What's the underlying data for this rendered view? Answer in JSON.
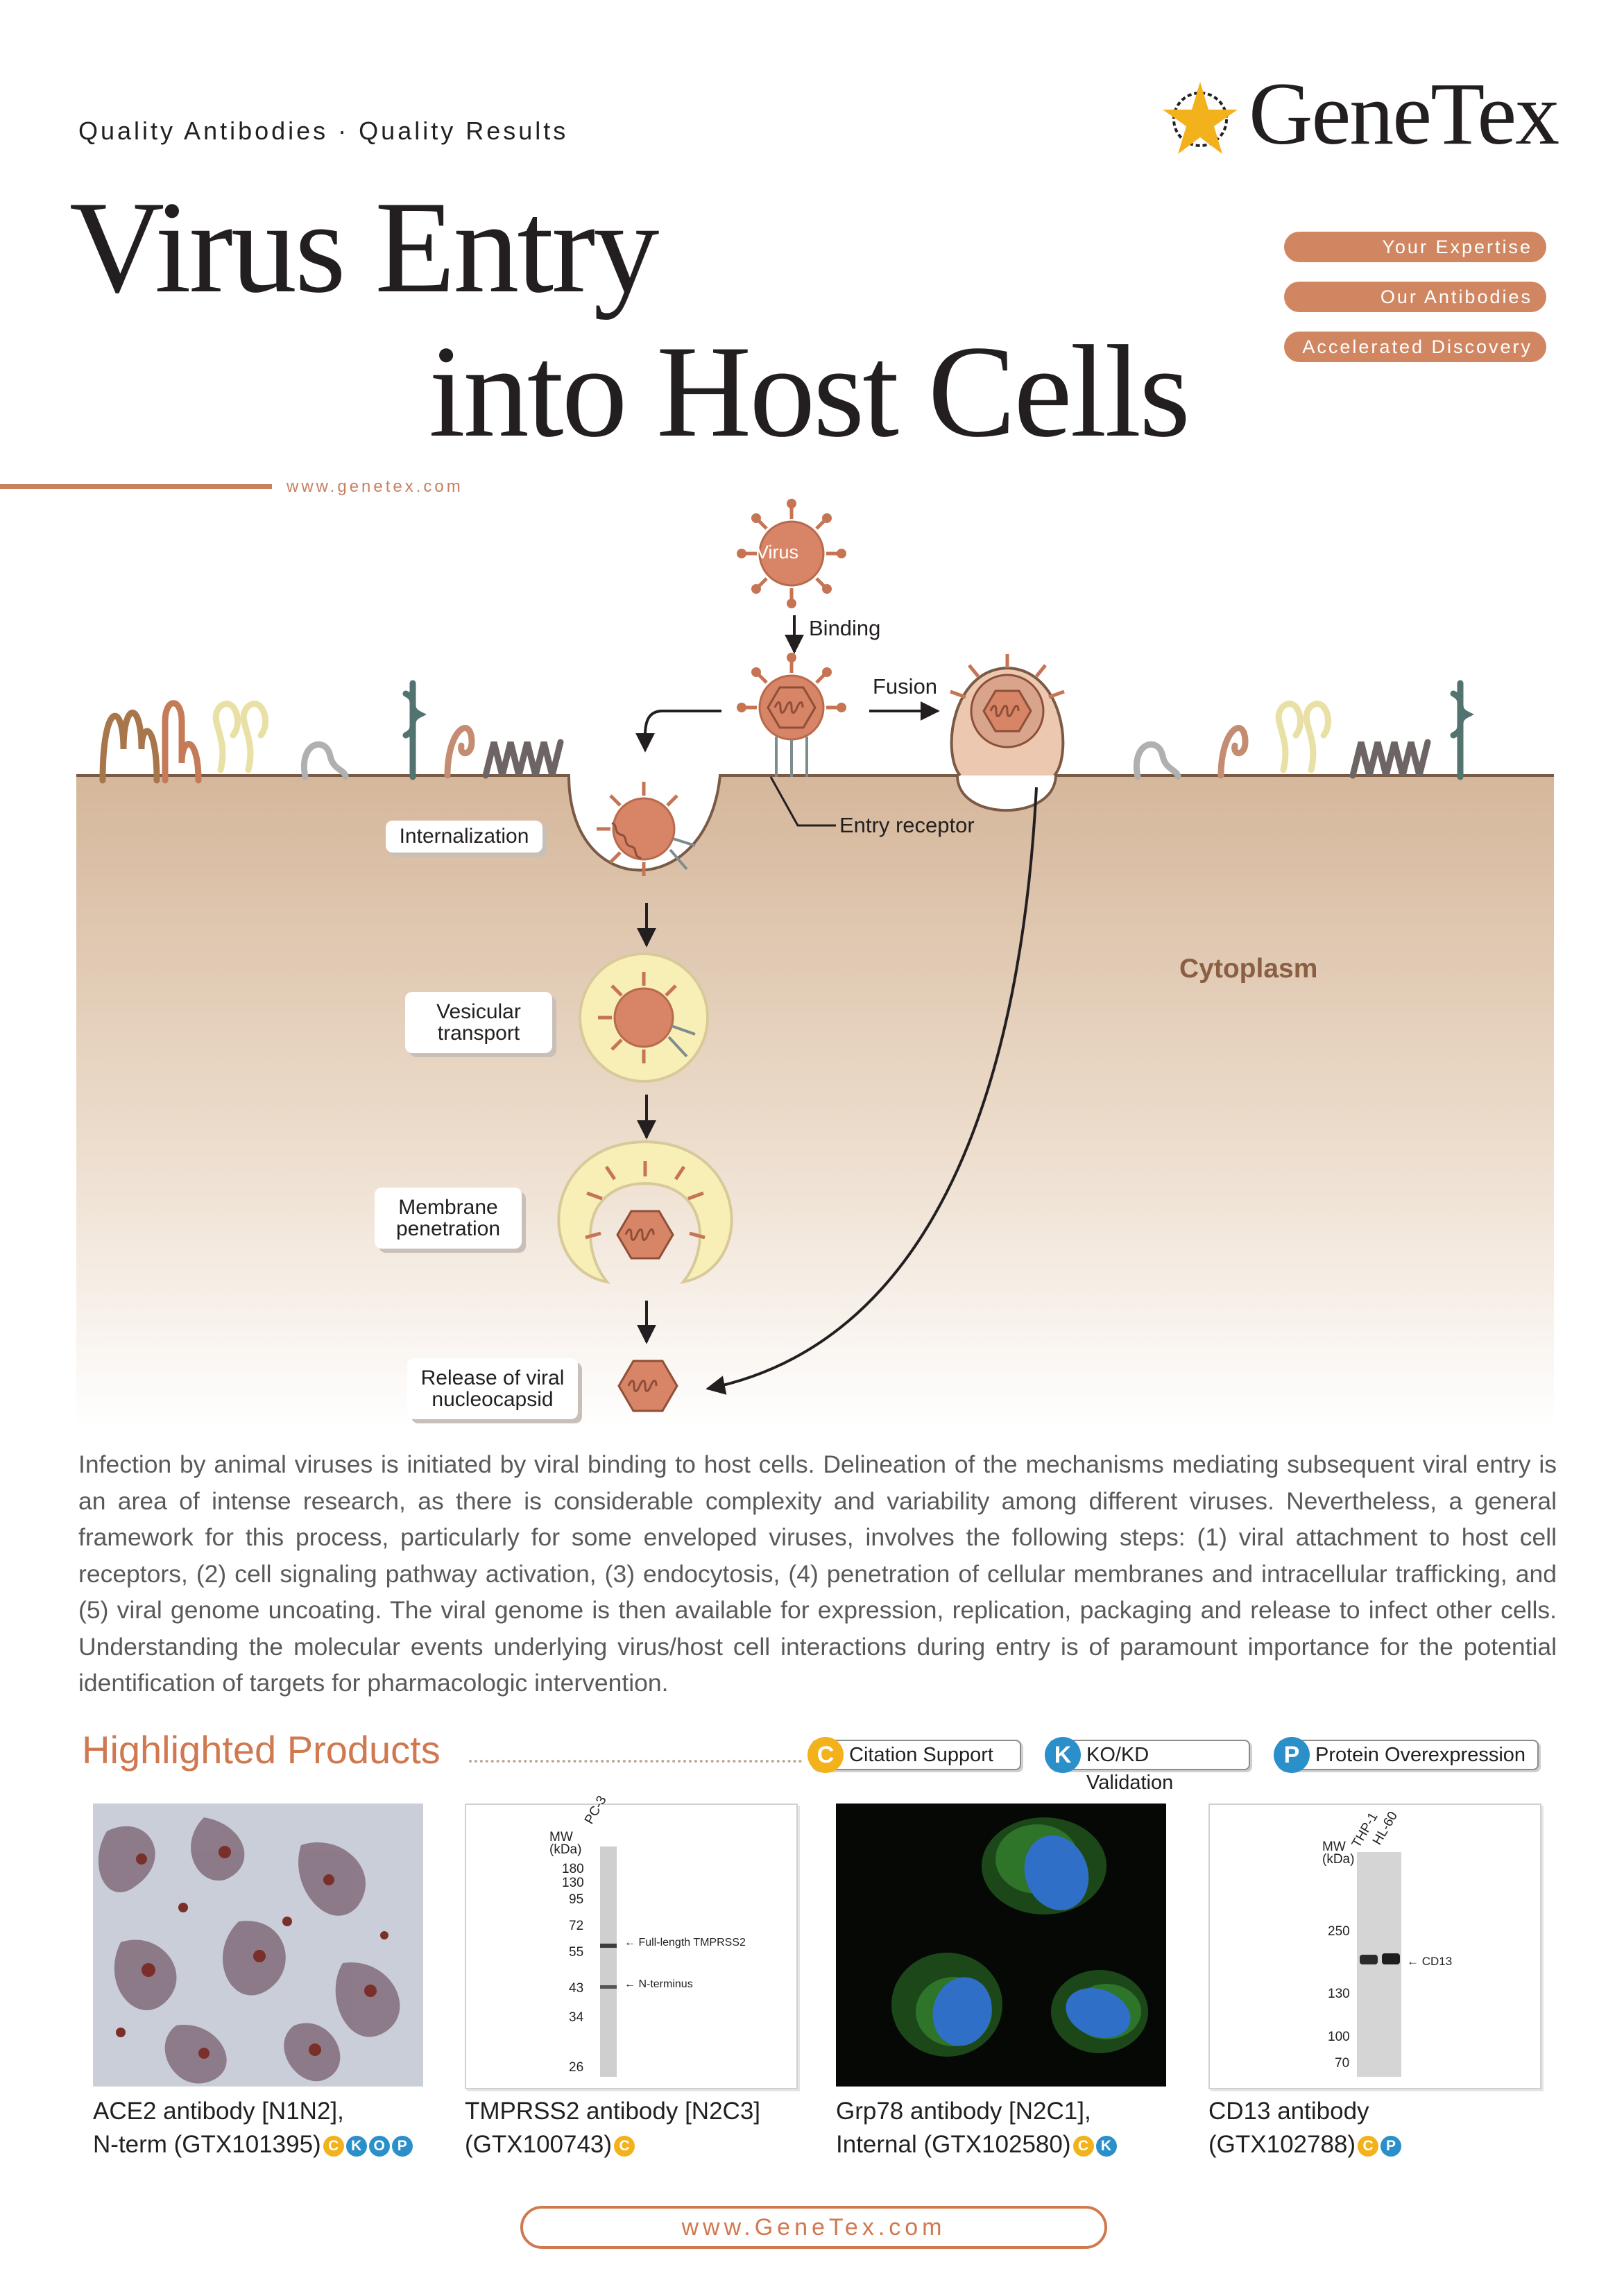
{
  "header": {
    "tagline": "Quality Antibodies · Quality Results",
    "brand": "GeneTex",
    "title_line1": "Virus Entry",
    "title_line2": "into Host Cells",
    "pills": [
      "Your Expertise",
      "Our Antibodies",
      "Accelerated Discovery"
    ],
    "url": "www.genetex.com"
  },
  "diagram": {
    "virus_label": "Virus",
    "binding_label": "Binding",
    "fusion_label": "Fusion",
    "entry_receptor_label": "Entry receptor",
    "cytoplasm_label": "Cytoplasm",
    "steps": [
      "Internalization",
      "Vesicular\ntransport",
      "Membrane\npenetration",
      "Release of viral\nnucleocapsid"
    ]
  },
  "intro_paragraph": "Infection by animal viruses is initiated by viral binding to host cells. Delineation of the mechanisms mediating subsequent viral entry is an area of intense research, as there is considerable complexity and variability among different viruses. Nevertheless, a general framework for this process, particularly for some enveloped viruses, involves the following steps: (1) viral attachment to host cell receptors, (2) cell signaling pathway activation, (3) endocytosis, (4) penetration of cellular membranes and intracellular trafficking, and (5) viral genome uncoating. The viral genome is then available for expression, replication, packaging and release to infect other cells. Understanding the molecular events underlying virus/host cell interactions during entry is of paramount importance for the potential identification of targets for pharmacologic intervention.",
  "products_section": {
    "title": "Highlighted Products",
    "legend": [
      {
        "icon": "C",
        "label": "Citation Support"
      },
      {
        "icon": "K",
        "label": "KO/KD Validation"
      },
      {
        "icon": "P",
        "label": "Protein Overexpression"
      }
    ],
    "products": [
      {
        "line1": "ACE2 antibody [N1N2],",
        "line2": "N-term (GTX101395)",
        "badges": [
          "C",
          "K",
          "O",
          "P"
        ]
      },
      {
        "line1": "TMPRSS2 antibody [N2C3]",
        "line2": "(GTX100743)",
        "badges": [
          "C"
        ]
      },
      {
        "line1": "Grp78 antibody [N2C1],",
        "line2": "Internal (GTX102580)",
        "badges": [
          "C",
          "K"
        ]
      },
      {
        "line1": "CD13 antibody",
        "line2": "(GTX102788)",
        "badges": [
          "C",
          "P"
        ]
      }
    ],
    "blot_tmprss2": {
      "lane": "PC-3",
      "mw_header": "MW\n(kDa)",
      "markers": [
        "180",
        "130",
        "95",
        "72",
        "55",
        "43",
        "34",
        "26"
      ],
      "bands": [
        "Full-length TMPRSS2",
        "N-terminus"
      ]
    },
    "blot_cd13": {
      "lanes": [
        "THP-1",
        "HL-60"
      ],
      "mw_header": "MW\n(kDa)",
      "markers": [
        "250",
        "130",
        "100",
        "70"
      ],
      "bands": [
        "CD13"
      ]
    }
  },
  "footer": {
    "url": "www.GeneTex.com"
  },
  "colors": {
    "accent": "#d18662",
    "cytoplasm_top": "#d6b89d",
    "virus": "#d88466",
    "vesicle": "#f8efb6"
  }
}
